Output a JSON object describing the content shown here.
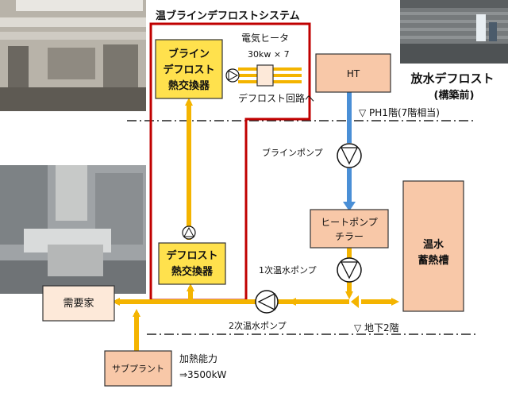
{
  "colors": {
    "pipe_orange": "#f4b400",
    "pipe_blue": "#4a8fd6",
    "system_border": "#c00000",
    "exchanger_fill": "#ffe14d",
    "equipment_fill": "#f8c8a8",
    "equipment_border": "#333333",
    "title_red": "#c00000"
  },
  "system_title": "温ブラインデフロストシステム",
  "nodes": {
    "brine_exchanger": [
      "ブライン",
      "デフロスト",
      "熱交換器"
    ],
    "defrost_exchanger": [
      "デフロスト",
      "熱交換器"
    ],
    "ht": "HT",
    "heat_pump": [
      "ヒートポンプ",
      "チラー"
    ],
    "hot_water_tank": [
      "温水",
      "蓄熱槽"
    ],
    "consumer": "需要家",
    "sub_plant": "サブプラント"
  },
  "labels": {
    "electric_heater": "電気ヒータ",
    "heater_rating": "30kw × 7",
    "to_defrost_circuit": "デフロスト回路へ",
    "ph1_floor": "▽ PH1階(7階相当)",
    "brine_pump": "ブラインポンプ",
    "primary_pump": "1次温水ポンプ",
    "secondary_pump": "2次温水ポンプ",
    "basement_floor": "▽ 地下2階",
    "heating_capacity": "加熱能力",
    "capacity_value": "⇒3500kW",
    "water_defrost": "放水デフロスト",
    "before_construction": "(構築前)"
  },
  "icons": {
    "pump": "pump-symbol-icon",
    "heater": "electric-heater-icon"
  }
}
